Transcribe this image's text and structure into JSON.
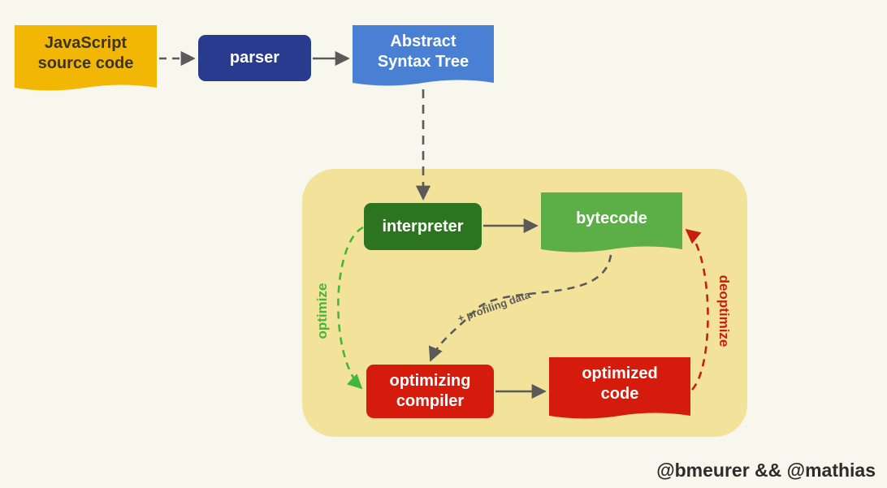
{
  "nodes": {
    "source": {
      "text": "JavaScript\nsource code",
      "color": "#f2b705"
    },
    "parser": {
      "text": "parser",
      "color": "#283b8f"
    },
    "ast": {
      "text": "Abstract\nSyntax Tree",
      "color": "#4a80d4"
    },
    "interpreter": {
      "text": "interpreter",
      "color": "#2c7420"
    },
    "bytecode": {
      "text": "bytecode",
      "color": "#5cae46"
    },
    "compiler": {
      "text": "optimizing\ncompiler",
      "color": "#d51c0c"
    },
    "optimized": {
      "text": "optimized\ncode",
      "color": "#d51c0c"
    }
  },
  "region": {
    "color": "#f3e39a"
  },
  "edges": {
    "optimize": {
      "label": "optimize",
      "color": "#42b83a"
    },
    "deoptimize": {
      "label": "deoptimize",
      "color": "#c81e10"
    },
    "profiling": {
      "label": "+ profiling data",
      "color": "#5a5a5a"
    }
  },
  "credit": "@bmeurer && @mathias"
}
